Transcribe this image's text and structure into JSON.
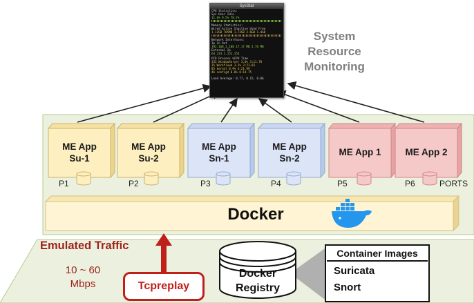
{
  "sysstat": {
    "title": "SysStat",
    "cpu_heading": "CPU Statistics:",
    "cpu_cols": "Sys    User    Idle",
    "cpu_vals": "11.6%   9.5%   78.7%",
    "mem_heading": "Memory Statistics:",
    "mem_cols": "Wired  Active  Inactive  Used  Free",
    "mem_vals": "1.12GB  785MB  1.72GB  3.6GB  1.4GB",
    "net_heading": "Network Interfaces:",
    "net_cols": "Ip             In        Out",
    "net_vals": "192.168.1.100   17.17 MB   2.76 MB",
    "ext_ip": "External Ip",
    "ext_ip_val": "64.233.1.151.154",
    "proc_cols": "PID   Process      %CPU   Time",
    "proc_rows": [
      "333   WindowServer  3.6%   3:11.78",
      "35    Workflowd     3.2%   3:21.03",
      "85    kernel        0.9%   4:21.99",
      "46    configd       0.8%   0:14.75"
    ],
    "load_avg": "Load Average: 0.77, 0.15, 0.06"
  },
  "monitor_label": "System\nResource\nMonitoring",
  "apps": [
    {
      "name": "ME App\nSu-1",
      "port": "P1"
    },
    {
      "name": "ME App\nSu-2",
      "port": "P2"
    },
    {
      "name": "ME App\nSn-1",
      "port": "P3"
    },
    {
      "name": "ME App\nSn-2",
      "port": "P4"
    },
    {
      "name": "ME App 1",
      "port": "P5"
    },
    {
      "name": "ME App 2",
      "port": "P6"
    }
  ],
  "ports_label": "PORTS",
  "docker_label": "Docker",
  "emulated_traffic": "Emulated Traffic",
  "traffic_rate": "10 ~ 60\nMbps",
  "tcpreplay": "Tcpreplay",
  "registry_label": "Docker\nRegistry",
  "container_images": {
    "title": "Container Images",
    "items": [
      "Suricata",
      "Snort"
    ]
  },
  "colors": {
    "green_panel": "#ebf1de",
    "green_border": "#b7cc8f",
    "yellow_box": "#fdefc0",
    "blue_box": "#dbe5f7",
    "red_box": "#f6c9c9",
    "docker_bar": "#fff5d4",
    "accent_red": "#c0201a",
    "label_gray": "#7f7f7f"
  }
}
